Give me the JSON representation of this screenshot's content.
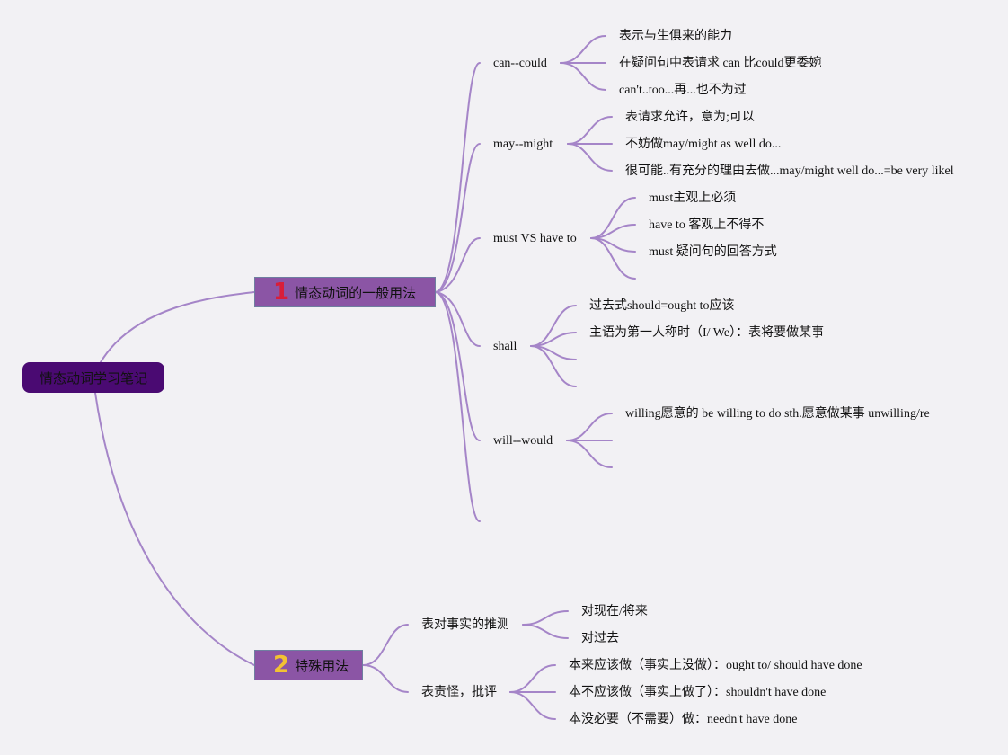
{
  "root": {
    "label": "情态动词学习笔记"
  },
  "branches": [
    {
      "number": "1",
      "label": "情态动词的一般用法",
      "children": [
        {
          "label": "can--could",
          "items": [
            "表示与生俱来的能力",
            "在疑问句中表请求 can 比could更委婉",
            "can't..too...再...也不为过"
          ]
        },
        {
          "label": "may--might",
          "items": [
            "表请求允许，意为;可以",
            "不妨做may/might as well do...",
            "很可能..有充分的理由去做...may/might well do...=be very likel"
          ]
        },
        {
          "label": "must VS have to",
          "items": [
            "must主观上必须",
            "have to 客观上不得不",
            "must 疑问句的回答方式"
          ]
        },
        {
          "label": "shall",
          "items": [
            "过去式should=ought to应该",
            "主语为第一人称时（I/ We）：表将要做某事"
          ]
        },
        {
          "label": "will--would",
          "items": [
            "willing愿意的 be willing to do sth.愿意做某事 unwilling/re"
          ]
        }
      ]
    },
    {
      "number": "2",
      "label": "特殊用法",
      "children": [
        {
          "label": "表对事实的推测",
          "items": [
            "对现在/将来",
            "对过去"
          ]
        },
        {
          "label": "表责怪，批评",
          "items": [
            "本来应该做（事实上没做）：ought to/ should have done",
            "本不应该做（事实上做了）：shouldn't have done",
            "本没必要（不需要）做：needn't have done"
          ]
        }
      ]
    }
  ],
  "colors": {
    "root": "#4a0a72",
    "branch": "#8b55a5",
    "link": "#a585c8",
    "num1": "#d81e3a",
    "num2": "#f2c232"
  }
}
